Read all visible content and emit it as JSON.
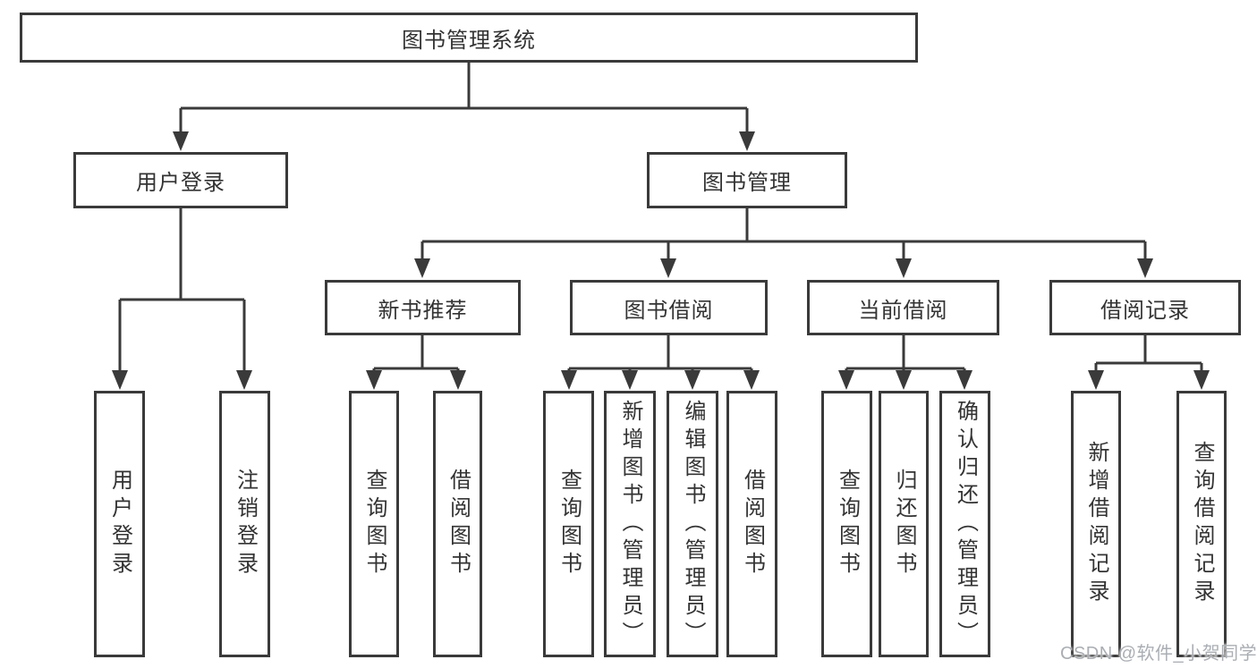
{
  "diagram": {
    "nodes": {
      "root": "图书管理系统",
      "user_login": "用户登录",
      "book_mgmt": "图书管理",
      "new_book": "新书推荐",
      "book_borrow": "图书借阅",
      "current_borrow": "当前借阅",
      "borrow_records": "借阅记录",
      "leaf_user_login": "用户登录",
      "leaf_logout": "注销登录",
      "leaf_nb_query": "查询图书",
      "leaf_nb_borrow": "借阅图书",
      "leaf_bb_query": "查询图书",
      "leaf_bb_add": "新增图书（管理员）",
      "leaf_bb_edit": "编辑图书（管理员）",
      "leaf_bb_borrow": "借阅图书",
      "leaf_cb_query": "查询图书",
      "leaf_cb_return": "归还图书",
      "leaf_cb_confirm": "确认归还（管理员）",
      "leaf_rec_add": "新增借阅记录",
      "leaf_rec_query": "查询借阅记录"
    }
  },
  "watermark": "CSDN @软件_小贺同学",
  "colors": {
    "line": "#3a3a3a",
    "text": "#333333",
    "watermark": "#aaaeb3",
    "background": "#ffffff"
  }
}
